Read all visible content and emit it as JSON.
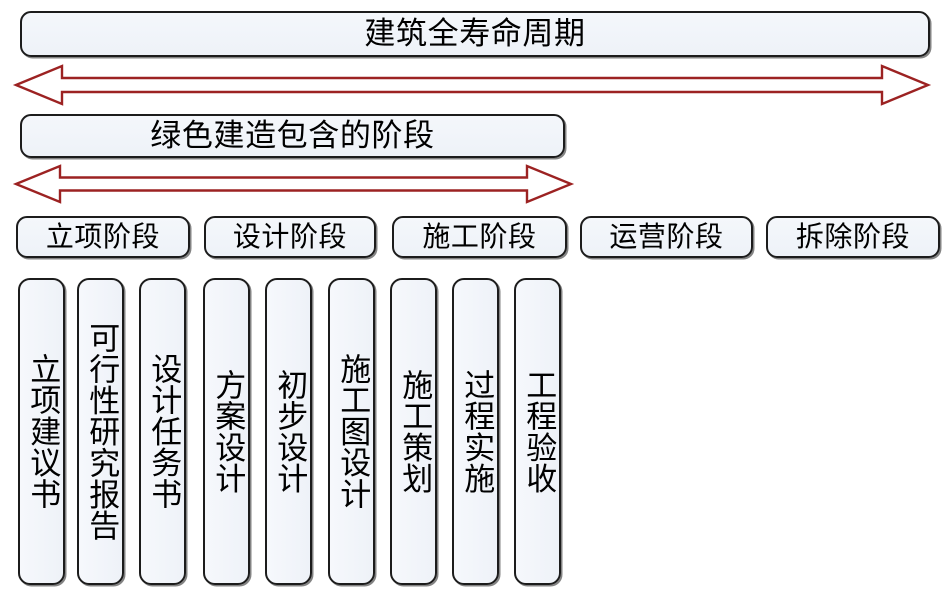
{
  "diagram": {
    "title_banner": "建筑全寿命周期",
    "scope_banner": "绿色建造包含的阶段",
    "arrows": [
      {
        "name": "full-lifecycle-arrow",
        "color": "#9c2222",
        "direction": "double"
      },
      {
        "name": "green-construction-scope-arrow",
        "color": "#9c2222",
        "direction": "double"
      }
    ],
    "phases": [
      {
        "label": "立项阶段"
      },
      {
        "label": "设计阶段"
      },
      {
        "label": "施工阶段"
      },
      {
        "label": "运营阶段"
      },
      {
        "label": "拆除阶段"
      }
    ],
    "deliverables": [
      {
        "label": "立项建议书"
      },
      {
        "label": "可行性研究报告"
      },
      {
        "label": "设计任务书"
      },
      {
        "label": "方案设计"
      },
      {
        "label": "初步设计"
      },
      {
        "label": "施工图设计"
      },
      {
        "label": "施工策划"
      },
      {
        "label": "过程实施"
      },
      {
        "label": "工程验收"
      }
    ],
    "colors": {
      "box_border": "#1c1c1c",
      "box_fill": "#eef2f8",
      "arrow_stroke": "#9c2222",
      "text": "#000000",
      "background": "#ffffff"
    }
  }
}
